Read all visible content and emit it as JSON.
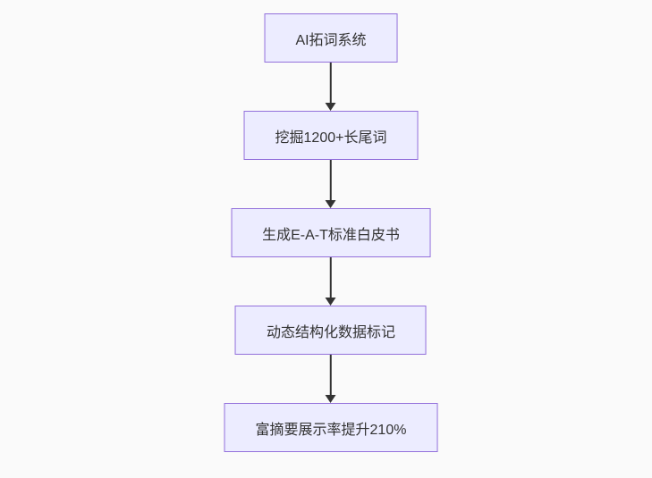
{
  "theme": {
    "background": "#fafafa",
    "node_fill": "#ececff",
    "node_border": "#9370db",
    "node_text": "#333333",
    "arrow_color": "#333333"
  },
  "flowchart": {
    "type": "flowchart-top-down",
    "nodes": [
      {
        "label": "AI拓词系统"
      },
      {
        "label": "挖掘1200+长尾词"
      },
      {
        "label": "生成E-A-T标准白皮书"
      },
      {
        "label": "动态结构化数据标记"
      },
      {
        "label": "富摘要展示率提升210%"
      }
    ],
    "edges": [
      {
        "from": 0,
        "to": 1
      },
      {
        "from": 1,
        "to": 2
      },
      {
        "from": 2,
        "to": 3
      },
      {
        "from": 3,
        "to": 4
      }
    ]
  }
}
